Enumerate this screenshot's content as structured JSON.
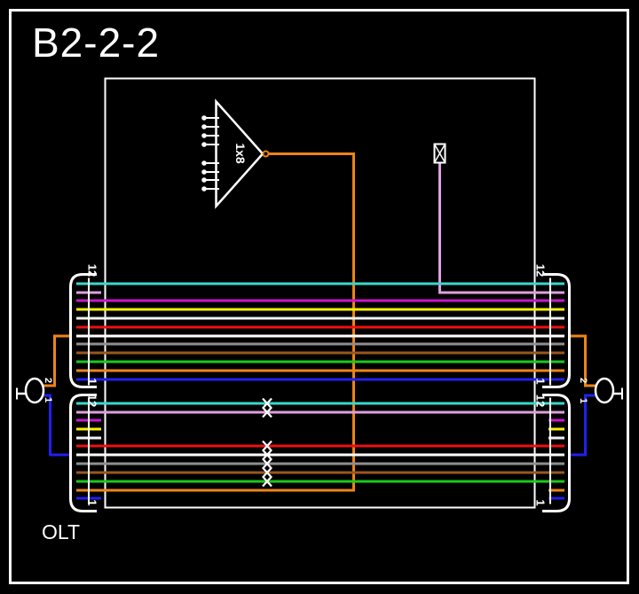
{
  "title": "B2-2-2",
  "olt_label": "OLT",
  "splitter": {
    "label": "1x8"
  },
  "colors": {
    "aqua": "#38D8CB",
    "rose": "#DDA0DD",
    "violet": "#CC16CC",
    "yellow": "#F8F000",
    "black": "#F2F2F2",
    "red": "#EE1010",
    "white": "#FFFFFF",
    "slate": "#8F8F8F",
    "brown": "#9A5620",
    "green": "#1CC91C",
    "orange": "#EE8418",
    "blue": "#2020EE",
    "line": "#FFFFFF"
  },
  "panels": {
    "upper_left": {
      "top_label": "12",
      "bottom_label": "1"
    },
    "upper_right": {
      "top_label": "12",
      "bottom_label": "1"
    },
    "lower_left": {
      "top_label": "12",
      "bottom_label": "1"
    },
    "lower_right": {
      "top_label": "12",
      "bottom_label": "1"
    }
  },
  "feeders": {
    "left": {
      "top_label": "2",
      "bottom_label": "1",
      "top_fiber": "orange",
      "bottom_fiber": "blue"
    },
    "right": {
      "top_label": "2",
      "bottom_label": "1",
      "top_fiber": "orange",
      "bottom_fiber": "blue"
    }
  },
  "upper_ports": [
    {
      "port": 12,
      "color": "aqua",
      "span": "full"
    },
    {
      "port": 11,
      "color": "rose",
      "span": "split"
    },
    {
      "port": 10,
      "color": "violet",
      "span": "full"
    },
    {
      "port": 9,
      "color": "yellow",
      "span": "full"
    },
    {
      "port": 8,
      "color": "black",
      "span": "full"
    },
    {
      "port": 7,
      "color": "red",
      "span": "full"
    },
    {
      "port": 6,
      "color": "white",
      "span": "full"
    },
    {
      "port": 5,
      "color": "slate",
      "span": "full"
    },
    {
      "port": 4,
      "color": "brown",
      "span": "full"
    },
    {
      "port": 3,
      "color": "green",
      "span": "full"
    },
    {
      "port": 2,
      "color": "orange",
      "span": "full"
    },
    {
      "port": 1,
      "color": "blue",
      "span": "full"
    }
  ],
  "lower_ports": [
    {
      "port": 12,
      "color": "aqua",
      "span": "full",
      "splice": true
    },
    {
      "port": 11,
      "color": "rose",
      "span": "full",
      "splice": true
    },
    {
      "port": 10,
      "color": "violet",
      "span": "stub"
    },
    {
      "port": 9,
      "color": "yellow",
      "span": "stub"
    },
    {
      "port": 8,
      "color": "black",
      "span": "stub"
    },
    {
      "port": 7,
      "color": "red",
      "span": "full",
      "splice": true
    },
    {
      "port": 6,
      "color": "white",
      "span": "full",
      "splice": true
    },
    {
      "port": 5,
      "color": "slate",
      "span": "full",
      "splice": true
    },
    {
      "port": 4,
      "color": "brown",
      "span": "full",
      "splice": true
    },
    {
      "port": 3,
      "color": "green",
      "span": "full",
      "splice": true
    },
    {
      "port": 2,
      "color": "orange",
      "span": "left_to_splitter"
    },
    {
      "port": 1,
      "color": "blue",
      "span": "stub"
    }
  ]
}
